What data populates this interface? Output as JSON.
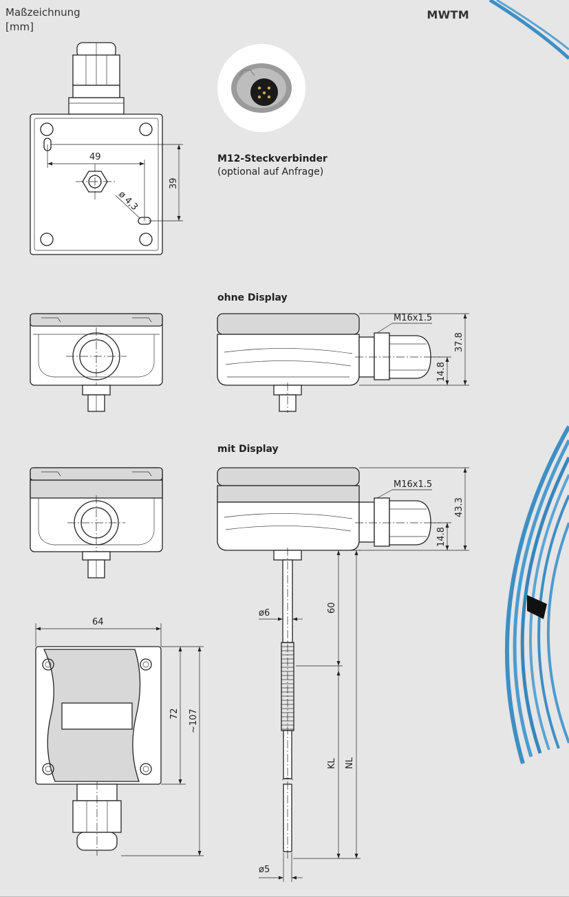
{
  "header": {
    "line1": "Maßzeichnung",
    "line2": "[mm]",
    "product": "MWTM"
  },
  "connector": {
    "title": "M12-Steckverbinder",
    "subtitle": "(optional auf Anfrage)"
  },
  "sections": {
    "no_display": "ohne Display",
    "with_display": "mit Display"
  },
  "dims": {
    "hole_spacing_h": "49",
    "hole_spacing_v": "39",
    "hole_dia": "ø 4,3",
    "gland_thread_1": "M16x1.5",
    "height_1": "37.8",
    "gland_height_1": "14.8",
    "gland_thread_2": "M16x1.5",
    "height_2": "43.3",
    "gland_height_2": "14.8",
    "width": "64",
    "height_box": "72",
    "height_total": "~107",
    "probe_dia": "ø6",
    "probe_len": "60",
    "tip_dia": "ø5",
    "kl": "KL",
    "nl": "NL"
  },
  "colors": {
    "background": "#e6e6e6",
    "cable": "#3e8fc4",
    "line": "#222222"
  }
}
